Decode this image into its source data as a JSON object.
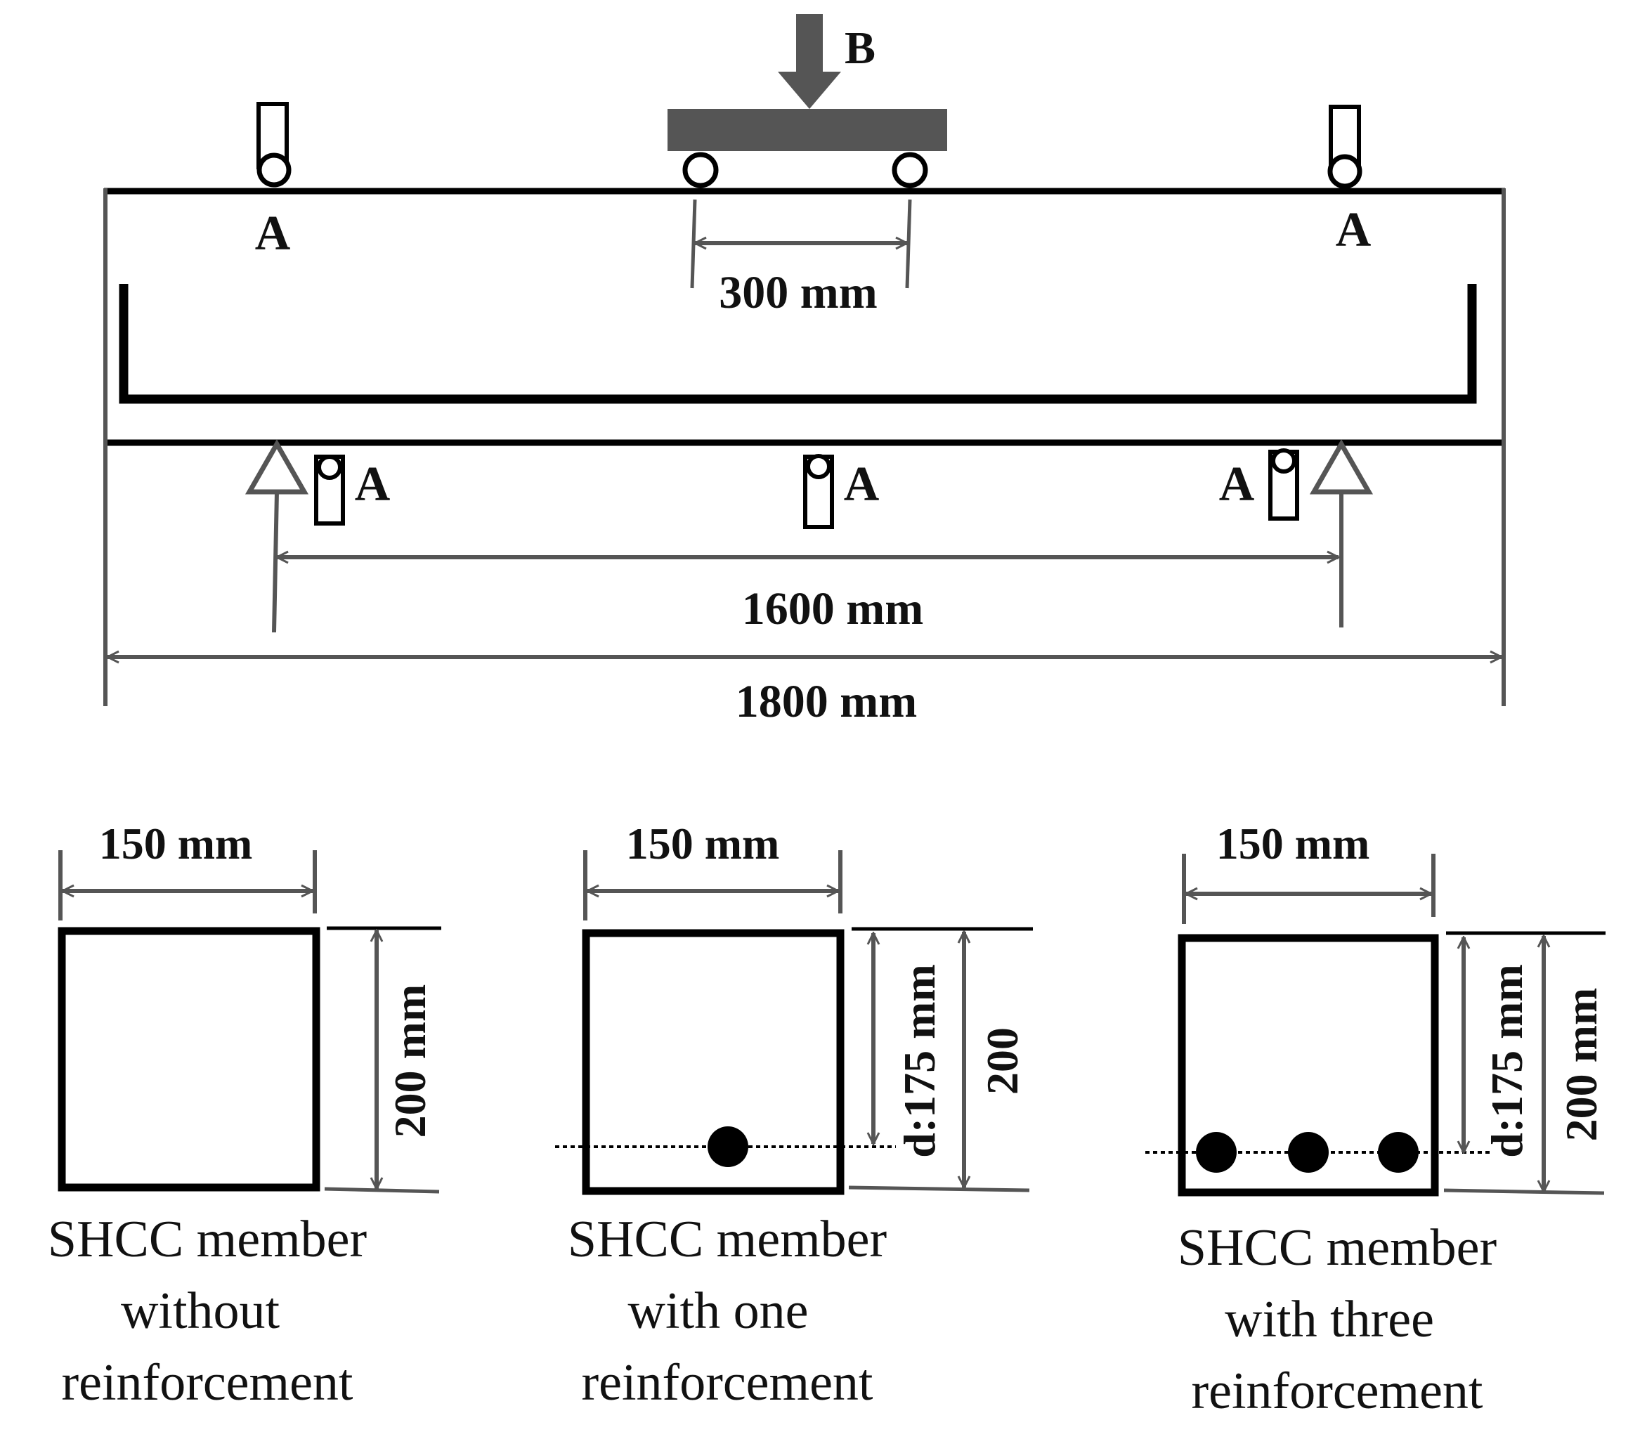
{
  "beam": {
    "load_label": "B",
    "gauge_label": "A",
    "load_spacing": "300 mm",
    "support_span": "1600 mm",
    "total_length": "1800 mm"
  },
  "sections": [
    {
      "width": "150 mm",
      "height": "200 mm",
      "effective_depth": "",
      "caption": [
        "SHCC member",
        "without",
        "reinforcement"
      ]
    },
    {
      "width": "150 mm",
      "height": "200",
      "effective_depth": "d:175 mm",
      "caption": [
        "SHCC member",
        "with one",
        "reinforcement"
      ]
    },
    {
      "width": "150 mm",
      "height": "200 mm",
      "effective_depth": "d:175 mm",
      "caption": [
        "SHCC member",
        "with three",
        "reinforcement"
      ]
    }
  ]
}
